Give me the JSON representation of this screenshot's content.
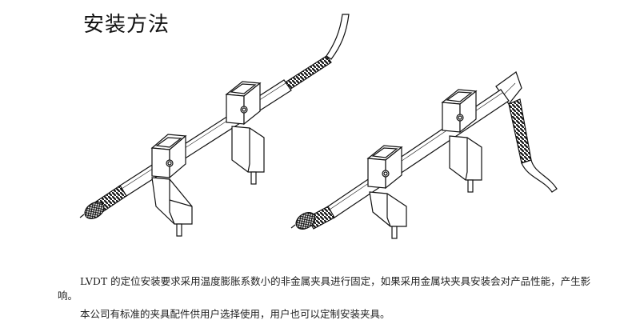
{
  "title": "安装方法",
  "paragraphs": {
    "p1": "LVDT 的定位安装要求采用温度膨胀系数小的非金属夹具进行固定，如果采用金属块夹具安装会对产品性能，产生影响。",
    "p2": "本公司有标准的夹具配件供用户选择使用，用户也可以定制安装夹具。"
  },
  "figures": {
    "left": "lvdt-sensor-straight-cable",
    "right": "lvdt-sensor-angled-cable"
  }
}
